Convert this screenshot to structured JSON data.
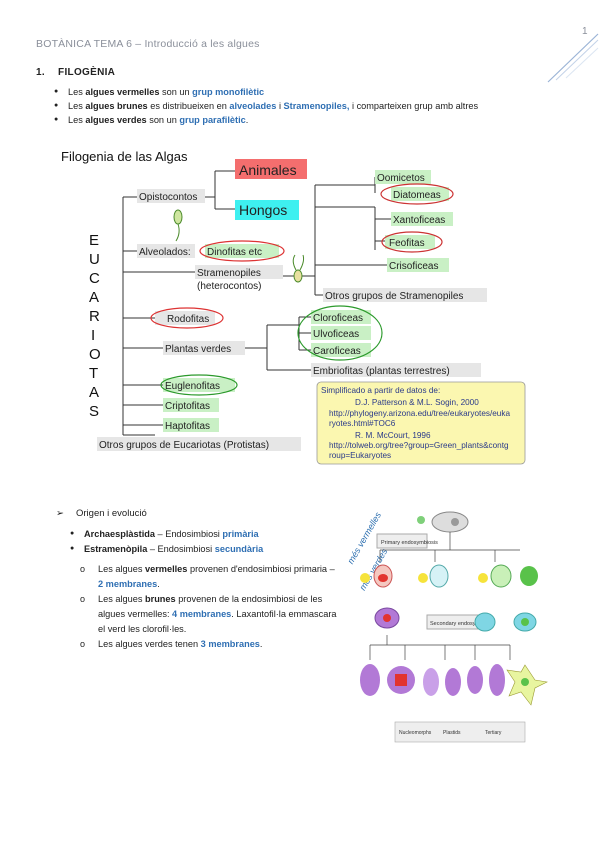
{
  "header": {
    "title": "BOTÀNICA TEMA 6 – Introducció a les algues",
    "page_number": "1"
  },
  "section": {
    "number": "1.",
    "title": "FILOGÈNIA"
  },
  "bullets": [
    {
      "pre": "Les ",
      "b1": "algues vermelles",
      "mid": " son un ",
      "b2": "grup monofilètic",
      "post": ""
    },
    {
      "pre": "Les ",
      "b1": "algues brunes",
      "mid": " es distribueixen en ",
      "b2": "alveolades",
      "mid2": " i ",
      "b3": "Stramenopiles,",
      "post": " i comparteixen grup amb altres"
    },
    {
      "pre": "Les ",
      "b1": "algues verdes",
      "mid": " son un ",
      "b2": "grup parafilètic",
      "post": "."
    }
  ],
  "tree": {
    "title": "Filogenia de las Algas",
    "root_letters": [
      "E",
      "U",
      "C",
      "A",
      "R",
      "I",
      "O",
      "T",
      "A",
      "S"
    ],
    "labels": {
      "opistocontos": "Opistocontos",
      "animales": "Animales",
      "hongos": "Hongos",
      "alveolados": "Alveolados:",
      "dinofitas": "Dinofitas etc",
      "stramenopiles": "Stramenopiles",
      "heterocontos": "(heterocontos)",
      "oomicetos": "Oomicetos",
      "diatomeas": "Diatomeas",
      "xantoficeas": "Xantoficeas",
      "feofitas": "Feofitas",
      "crisoficeas": "Crisoficeas",
      "otros_stramenopiles": "Otros grupos de Stramenopiles",
      "rodofitas": "Rodofitas",
      "plantas_verdes": "Plantas verdes",
      "cloroficeas": "Cloroficeas",
      "ulvoficeas": "Ulvoficeas",
      "caroficeas": "Caroficeas",
      "embriofitas": "Embriofitas (plantas terrestres)",
      "euglenofitas": "Euglenofitas",
      "criptofitas": "Criptofitas",
      "haptofitas": "Haptofitas",
      "otros_eucariotas": "Otros grupos de Eucariotas (Protistas)"
    },
    "note": {
      "line1": "Simplificado a partir de datos de:",
      "line2": "D.J. Patterson & M.L. Sogin, 2000",
      "line3": "http://phylogeny.arizona.edu/tree/eukaryotes/euka",
      "line4": "ryotes.html#TOC6",
      "line5": "R. M. McCourt, 1996",
      "line6": "http://tolweb.org/tree?group=Green_plants&contg",
      "line7": "roup=Eukaryotes"
    }
  },
  "origin": {
    "heading": "Origen i evolució",
    "items": [
      {
        "b": "Archaesplàstida",
        "mid": " – Endosimbiosi ",
        "c": "primària"
      },
      {
        "b": "Estramenòpila",
        "mid": " – Endosimbiosi ",
        "c": "secundària"
      }
    ],
    "subs": [
      {
        "a": "Les algues ",
        "b": "vermelles",
        "c": " provenen d'endosimbiosi primaria – ",
        "d": "2 membranes",
        "e": "."
      },
      {
        "a": "Les algues ",
        "b": "brunes",
        "c": " provenen de la endosimbiosi de les algues vermelles: ",
        "d": "4 membranes",
        "e": ". Laxantofil·la emmascara el verd les clorofil·les."
      },
      {
        "a": "Les algues verdes tenen ",
        "b": "",
        "c": "",
        "d": "3 membranes",
        "e": "."
      }
    ]
  },
  "diagram": {
    "handwriting1": "més vermelles",
    "handwriting2": "més verdes",
    "primary_label": "Primary endosymbiosis",
    "secondary_label": "Secondary endosymbiosis",
    "bottom1": "Nucleomorphs",
    "bottom2": "Plastids",
    "bottom3": "Tertiary",
    "colors": {
      "red": "#e2342f",
      "green": "#59c24a",
      "purple": "#b279d6",
      "cyan": "#7fd6e4",
      "yellow": "#f6e33b"
    }
  },
  "colors": {
    "accent": "#2f6fb3",
    "red_box": "#f46e6e",
    "cyan_box": "#3ef0f0",
    "green_box": "#c9f0c5",
    "note_bg": "#fbf7b0"
  }
}
